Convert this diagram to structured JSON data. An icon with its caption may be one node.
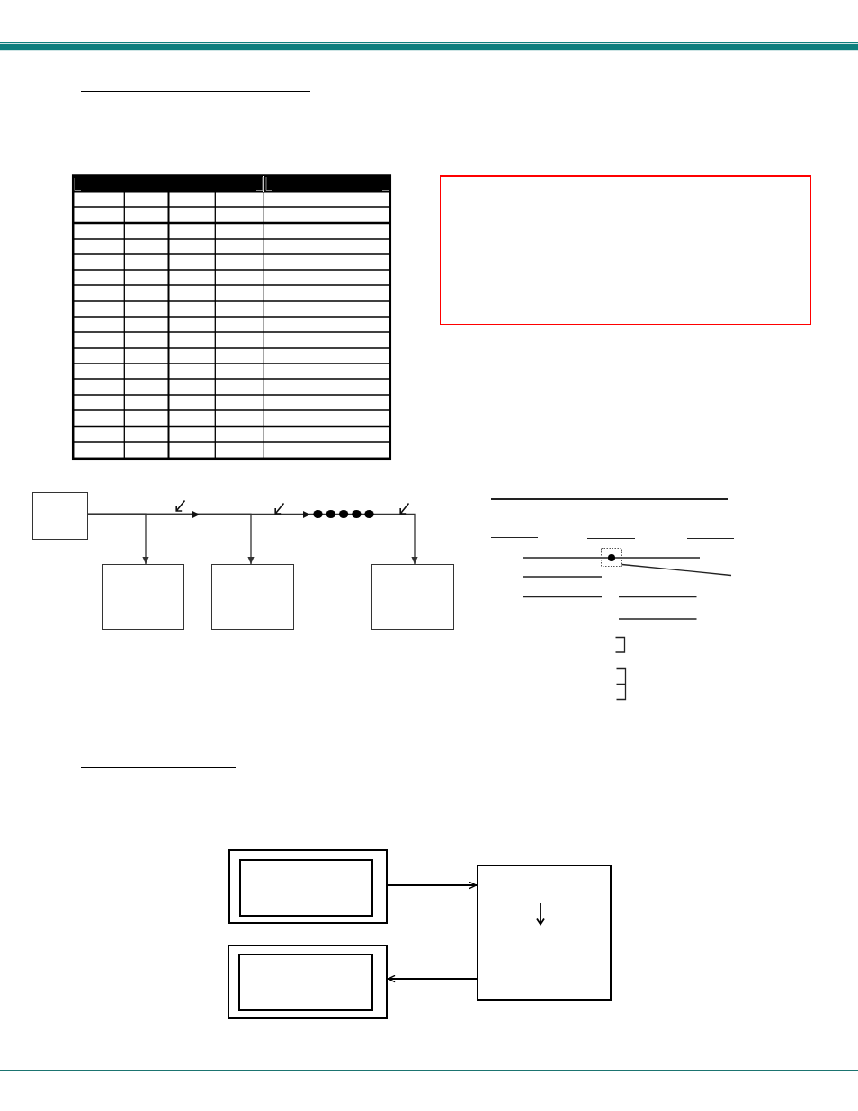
{
  "diagram": {
    "nodes": [
      {
        "text": [],
        "shape": "box"
      },
      {
        "text": [],
        "shape": "box"
      },
      {
        "text": [],
        "shape": "box"
      },
      {
        "text": [],
        "shape": "box"
      },
      {
        "text": [],
        "shape": "box"
      },
      {
        "text": [],
        "shape": "box",
        "in": 4
      },
      {
        "text": [],
        "shape": "box"
      },
      {
        "text": [],
        "shape": "box"
      },
      {
        "text": [],
        "shape": "box",
        "in": 7
      }
    ],
    "edges": [
      {
        "from": 0,
        "to": 1,
        "arrow": "to"
      },
      {
        "from": 0,
        "to": 2,
        "arrow": "to"
      },
      {
        "from": 0,
        "to": 3,
        "arrow": "to"
      },
      {
        "from": 4,
        "to": 6,
        "arrow": "to"
      },
      {
        "from": 6,
        "to": 7,
        "arrow": "to"
      }
    ]
  }
}
